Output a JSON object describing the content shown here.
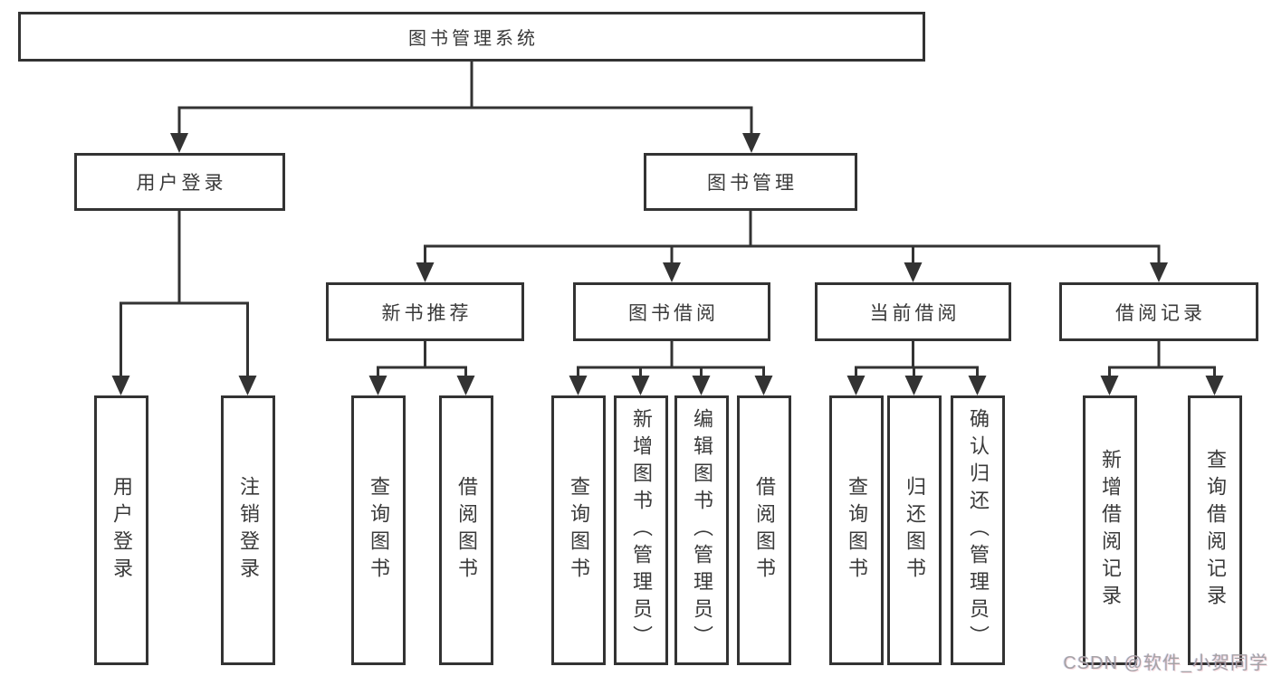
{
  "diagram": {
    "title": "图书管理系统",
    "root": {
      "label": "图书管理系统"
    },
    "branches": [
      {
        "label": "用户登录",
        "children": [
          {
            "label": "用户登录"
          },
          {
            "label": "注销登录"
          }
        ]
      },
      {
        "label": "图书管理",
        "children": [
          {
            "label": "新书推荐",
            "children": [
              {
                "label": "查询图书"
              },
              {
                "label": "借阅图书"
              }
            ]
          },
          {
            "label": "图书借阅",
            "children": [
              {
                "label": "查询图书"
              },
              {
                "label": "新增图书（管理员）"
              },
              {
                "label": "编辑图书（管理员）"
              },
              {
                "label": "借阅图书"
              }
            ]
          },
          {
            "label": "当前借阅",
            "children": [
              {
                "label": "查询图书"
              },
              {
                "label": "归还图书"
              },
              {
                "label": "确认归还（管理员）"
              }
            ]
          },
          {
            "label": "借阅记录",
            "children": [
              {
                "label": "新增借阅记录"
              },
              {
                "label": "查询借阅记录"
              }
            ]
          }
        ]
      }
    ],
    "colors": {
      "line": "#333333",
      "text": "#3a3a3a",
      "box_background": "#ffffff",
      "watermark": "#a5a2a5"
    }
  },
  "watermark": {
    "text": "CSDN @软件_小贺同学"
  }
}
